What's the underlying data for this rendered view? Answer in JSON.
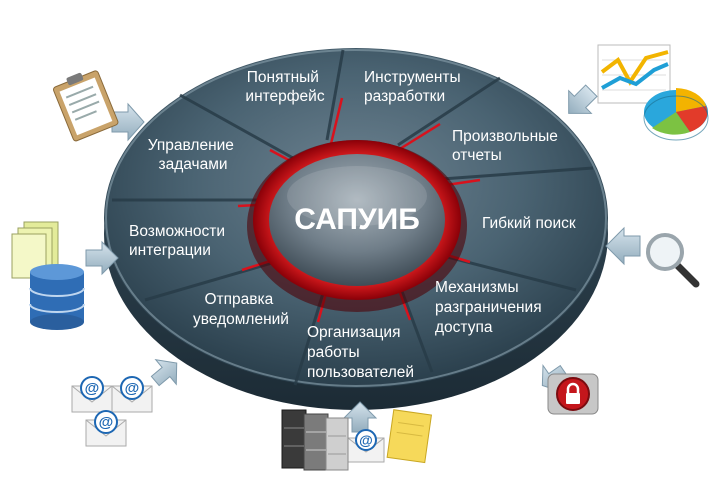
{
  "center": {
    "title": "САПУИБ"
  },
  "segments": [
    {
      "id": "understandable-interface",
      "lines": [
        "Понятный",
        "интерфейс"
      ]
    },
    {
      "id": "dev-tools",
      "lines": [
        "Инструменты",
        "разработки"
      ]
    },
    {
      "id": "custom-reports",
      "lines": [
        "Произвольные",
        "отчеты"
      ]
    },
    {
      "id": "flexible-search",
      "lines": [
        "Гибкий поиск"
      ]
    },
    {
      "id": "access-control",
      "lines": [
        "Механизмы",
        "разграничения",
        "доступа"
      ]
    },
    {
      "id": "user-organization",
      "lines": [
        "Организация",
        "работы",
        "пользователей"
      ]
    },
    {
      "id": "notifications",
      "lines": [
        "Отправка",
        "уведомлений"
      ]
    },
    {
      "id": "integration",
      "lines": [
        "Возможности",
        "интеграции"
      ]
    },
    {
      "id": "task-management",
      "lines": [
        "Управление",
        "задачами"
      ]
    }
  ],
  "icons": [
    "clipboard-icon",
    "chart-icon",
    "magnifier-icon",
    "lock-icon",
    "documents-icon",
    "database-icon",
    "email-icon",
    "file-cabinet-icon",
    "note-icon"
  ],
  "colors": {
    "ring_dark": "#2f4756",
    "ring_mid": "#47606f",
    "ring_light": "#6d8290",
    "red_glow": "#e0101c",
    "hub": "#7d8a94",
    "arrow": "#b7ccd8"
  }
}
